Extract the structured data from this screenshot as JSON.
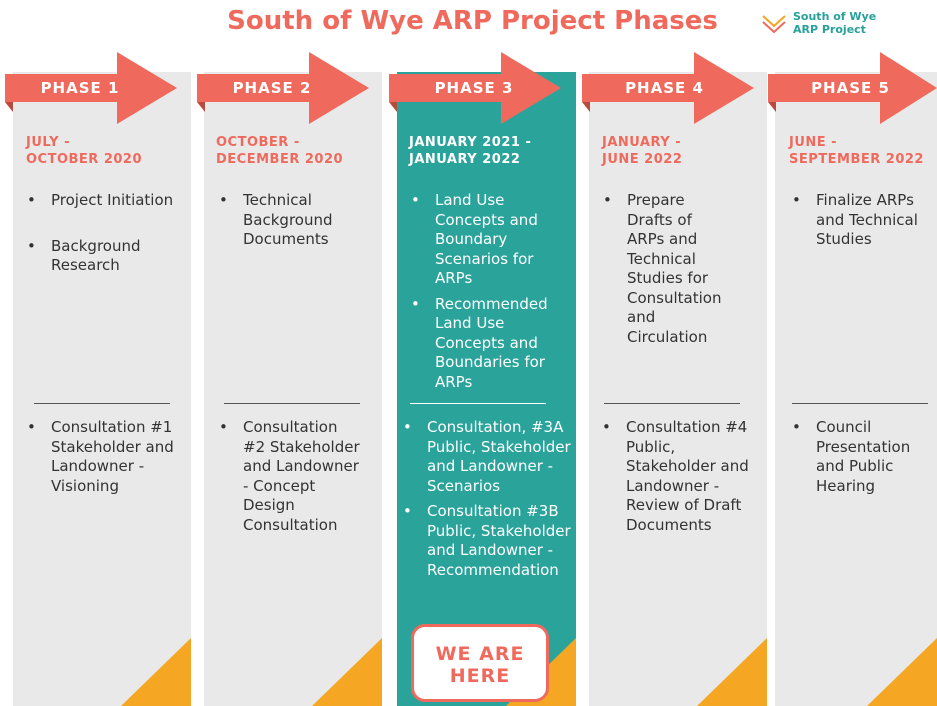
{
  "title": "South of Wye ARP Project Phases",
  "logo": {
    "text": "South of Wye\nARP Project"
  },
  "colors": {
    "coral": "#ef6a5c",
    "teal": "#2aa39b",
    "orange": "#f5a623",
    "grey": "#e9e9e9"
  },
  "phases": [
    {
      "label": "PHASE 1",
      "dates": [
        "JULY -",
        "OCTOBER 2020"
      ],
      "tasks": [
        "Project Initiation",
        "Background Research"
      ],
      "consultations": [
        "Consultation #1 Stakeholder and Landowner - Visioning"
      ]
    },
    {
      "label": "PHASE 2",
      "dates": [
        "OCTOBER -",
        "DECEMBER 2020"
      ],
      "tasks": [
        "Technical Background Documents"
      ],
      "consultations": [
        "Consultation #2 Stakeholder and Landowner - Concept Design Consultation"
      ]
    },
    {
      "label": "PHASE 3",
      "dates": [
        "JANUARY 2021 -",
        "JANUARY 2022"
      ],
      "tasks": [
        "Land Use Concepts and Boundary Scenarios for ARPs",
        "Recommended Land Use Concepts and Boundaries for ARPs"
      ],
      "consultations": [
        "Consultation, #3A Public, Stakeholder and Landowner - Scenarios",
        "Consultation #3B Public, Stakeholder and Landowner - Recommendation"
      ]
    },
    {
      "label": "PHASE 4",
      "dates": [
        "JANUARY -",
        "JUNE 2022"
      ],
      "tasks": [
        "Prepare Drafts of ARPs and Technical Studies for Consultation and Circulation"
      ],
      "consultations": [
        "Consultation #4 Public, Stakeholder and Landowner - Review of Draft Documents"
      ]
    },
    {
      "label": "PHASE 5",
      "dates": [
        "JUNE -",
        "SEPTEMBER 2022"
      ],
      "tasks": [
        "Finalize ARPs and Technical Studies"
      ],
      "consultations": [
        "Council Presentation and Public Hearing"
      ]
    }
  ],
  "marker": {
    "text": "WE ARE\nHERE"
  }
}
